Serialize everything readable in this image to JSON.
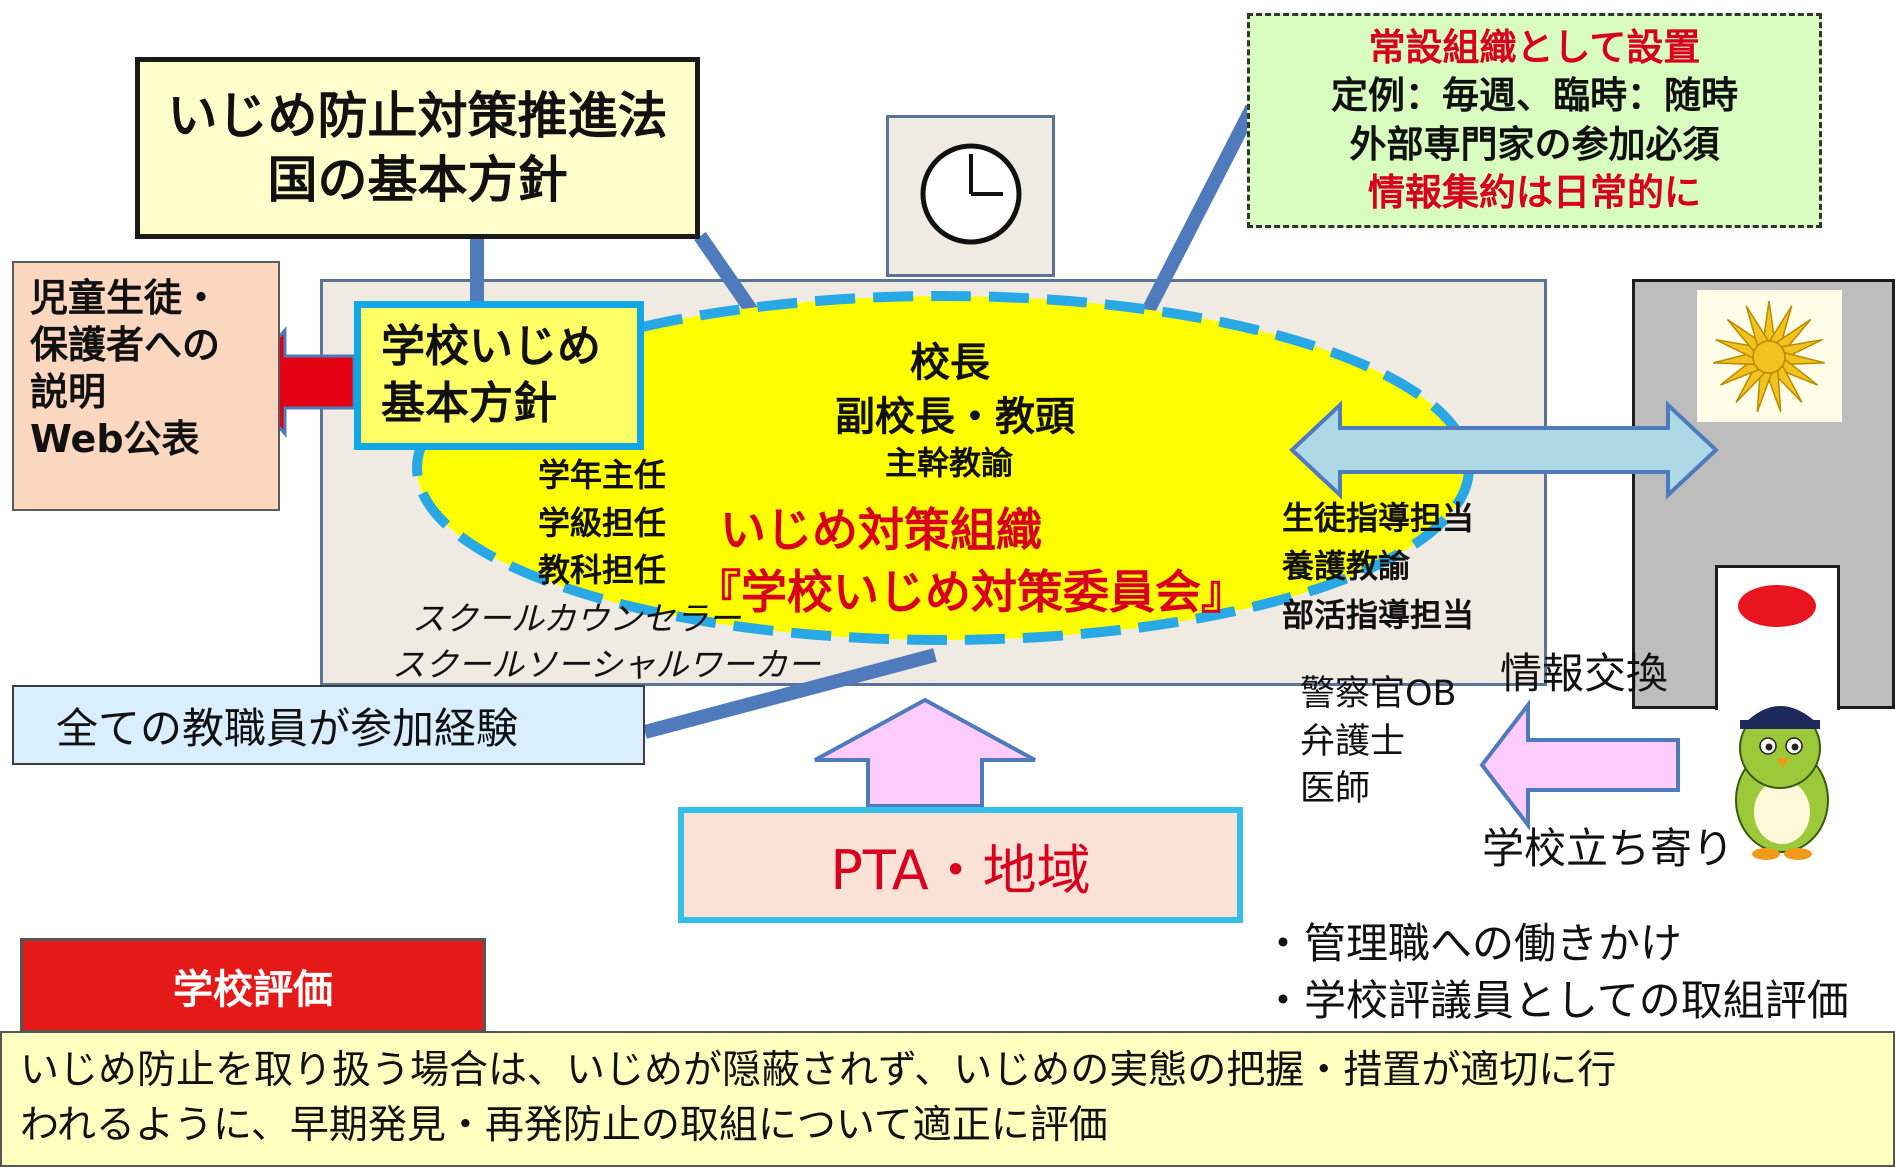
{
  "law_box": {
    "line1": "いじめ防止対策推進法",
    "line2": "国の基本方針"
  },
  "explain_box": {
    "line1": "児童生徒・",
    "line2": "保護者への",
    "line3": "説明",
    "line4": "Web公表"
  },
  "school_policy": {
    "line1": "学校いじめ",
    "line2": "基本方針"
  },
  "standing_org": {
    "line1": "常設組織として設置",
    "line2": "定例：毎週、臨時：随時",
    "line3": "外部専門家の参加必須",
    "line4": "情報集約は日常的に"
  },
  "committee": {
    "principal": "校長",
    "vice": "副校長・教頭",
    "chief": "主幹教諭",
    "left_members": [
      "学年主任",
      "学級担任",
      "教科担任"
    ],
    "right_members": [
      "生徒指導担当",
      "養護教諭",
      "部活指導担当"
    ],
    "counselor": "スクールカウンセラー",
    "social_worker": "スクールソーシャルワーカー",
    "org_line1": "いじめ対策組織",
    "org_line2": "『学校いじめ対策委員会』"
  },
  "external_members": [
    "警察官OB",
    "弁護士",
    "医師"
  ],
  "staff_box": "全ての教職員が参加経験",
  "pta_box": "PTA・地域",
  "info_exchange": "情報交換",
  "school_visit": "学校立ち寄り",
  "bullets": [
    "・管理職への働きかけ",
    "・学校評議員としての取組評価"
  ],
  "evaluation": {
    "title": "学校評価",
    "line1": "いじめ防止を取り扱う場合は、いじめが隠蔽されず、いじめの実態の把握・措置が適切に行",
    "line2": "われるように、早期発見・再発防止の取組について適正に評価"
  },
  "colors": {
    "red_text": "#d8001c",
    "ellipse_fill": "#ffff00",
    "ellipse_border": "#29a8e6",
    "connector": "#4f7bbd",
    "school_panel": "#efebe2",
    "standing_fill": "#d8fcc0",
    "pta_arrow": "#ffccff",
    "exchange_arrow": "#add8e6",
    "eval_red": "#e61919"
  },
  "icons": [
    "clock-icon",
    "police-emblem-icon",
    "police-mascot-icon"
  ]
}
